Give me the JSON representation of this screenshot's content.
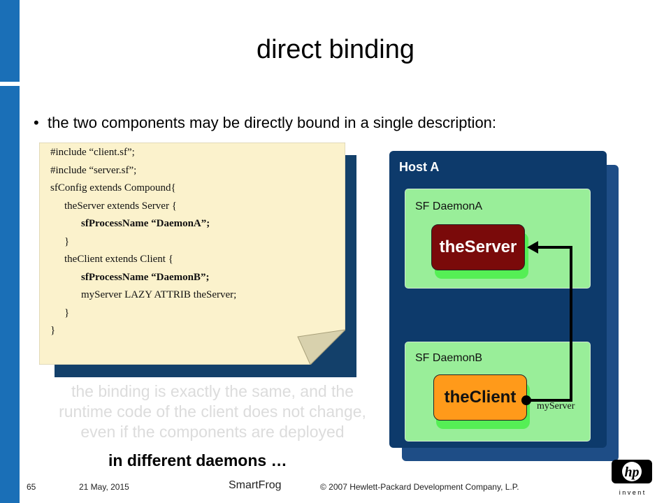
{
  "slide": {
    "title": "direct binding",
    "bullet": "the two components may be directly bound in a single description:",
    "code_lines": [
      {
        "text": "#include “client.sf”;",
        "bold": false,
        "indent": 0
      },
      {
        "text": "#include “server.sf”;",
        "bold": false,
        "indent": 0
      },
      {
        "text": "sfConfig extends Compound{",
        "bold": false,
        "indent": 0
      },
      {
        "text": "theServer extends Server {",
        "bold": false,
        "indent": 1
      },
      {
        "text": "sfProcessName “DaemonA”;",
        "bold": true,
        "indent": 2
      },
      {
        "text": "}",
        "bold": false,
        "indent": 1
      },
      {
        "text": "theClient extends Client {",
        "bold": false,
        "indent": 1
      },
      {
        "text": "sfProcessName “DaemonB”;",
        "bold": true,
        "indent": 2
      },
      {
        "text": "myServer LAZY ATTRIB theServer;",
        "bold": false,
        "indent": 2
      },
      {
        "text": "}",
        "bold": false,
        "indent": 1
      },
      {
        "text": "}",
        "bold": false,
        "indent": 0
      }
    ],
    "diagram": {
      "host_label": "Host A",
      "daemon_a_label": "SF DaemonA",
      "daemon_b_label": "SF DaemonB",
      "server_label": "theServer",
      "client_label": "theClient",
      "link_label": "myServer"
    },
    "grey_text": [
      "the binding is exactly the same, and the",
      "runtime code of the client does not change,",
      "even if the components are deployed"
    ],
    "bold_line": "in different daemons …",
    "footer": {
      "page_number": "65",
      "date": "21 May, 2015",
      "brand": "SmartFrog",
      "copyright": "© 2007 Hewlett-Packard Development Company, L.P."
    },
    "logo": {
      "mark": "hp",
      "tagline": "i n v e n t"
    },
    "colors": {
      "accent_bar": "#1a6fb7",
      "host_box": "#0d3a6b",
      "daemon_box": "#99ee99",
      "server_box": "#7a0a0a",
      "client_box": "#ff9a1a"
    }
  }
}
